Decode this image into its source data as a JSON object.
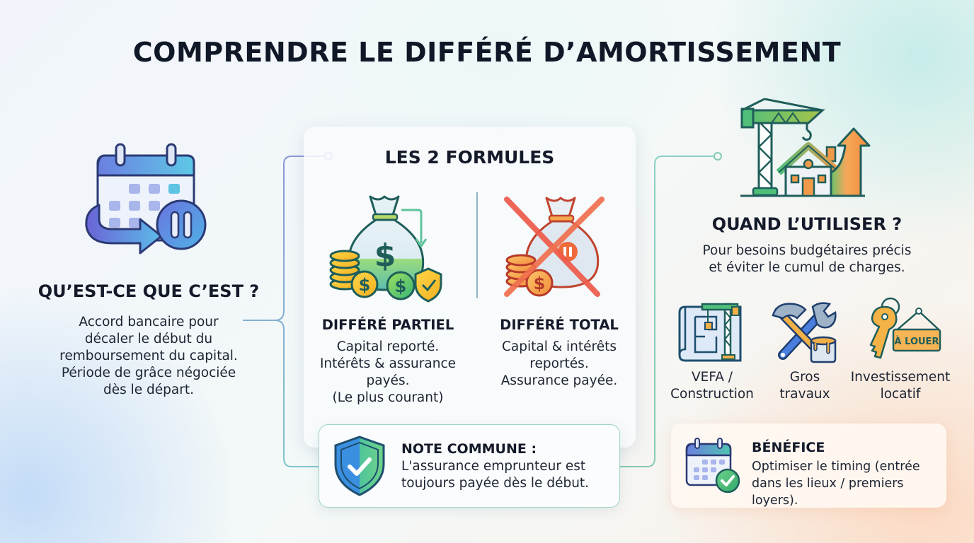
{
  "title": "COMPRENDRE LE DIFFÉRÉ D’AMORTISSEMENT",
  "left": {
    "icon": "calendar-pause-icon",
    "heading": "QU’EST-CE QUE C’EST ?",
    "body": [
      "Accord bancaire pour",
      "décaler le début du",
      "remboursement du capital.",
      "Période de grâce négociée",
      "dès le départ."
    ]
  },
  "center": {
    "heading": "LES 2 FORMULES",
    "formulas": [
      {
        "icon": "money-bag-coins-shield-icon",
        "title": "DIFFÉRÉ PARTIEL",
        "body": [
          "Capital reporté.",
          "Intérêts & assurance",
          "payés.",
          "(Le plus courant)"
        ]
      },
      {
        "icon": "money-bag-crossed-icon",
        "title": "DIFFÉRÉ TOTAL",
        "body": [
          "Capital & intérêts",
          "reportés.",
          "Assurance payée."
        ]
      }
    ],
    "note": {
      "icon": "shield-check-icon",
      "title": "NOTE COMMUNE :",
      "body": [
        "L'assurance emprunteur est",
        "toujours payée dès le début."
      ]
    }
  },
  "right": {
    "icon": "crane-house-arrow-icon",
    "heading": "QUAND L’UTILISER ?",
    "body": [
      "Pour besoins budgétaires précis",
      "et éviter le cumul de charges."
    ],
    "uses": [
      {
        "icon": "blueprint-crane-icon",
        "label": [
          "VEFA /",
          "Construction"
        ]
      },
      {
        "icon": "tools-paint-icon",
        "label": [
          "Gros",
          "travaux"
        ]
      },
      {
        "icon": "key-for-rent-sign-icon",
        "label": [
          "Investissement",
          "locatif"
        ],
        "sign_text": "À LOUER"
      }
    ],
    "benefit": {
      "icon": "calendar-check-icon",
      "title": "BÉNÉFICE",
      "body": [
        "Optimiser le timing (entrée",
        "dans les lieux / premiers loyers)."
      ]
    }
  },
  "colors": {
    "title": "#101828",
    "text": "#1d2433",
    "connector_left": "#8a9fd6",
    "connector_right": "#7cc3b4",
    "green": "#3aa876",
    "orange": "#f29a4a",
    "blue": "#5b7fe0",
    "dark_teal": "#1f5e5a"
  }
}
